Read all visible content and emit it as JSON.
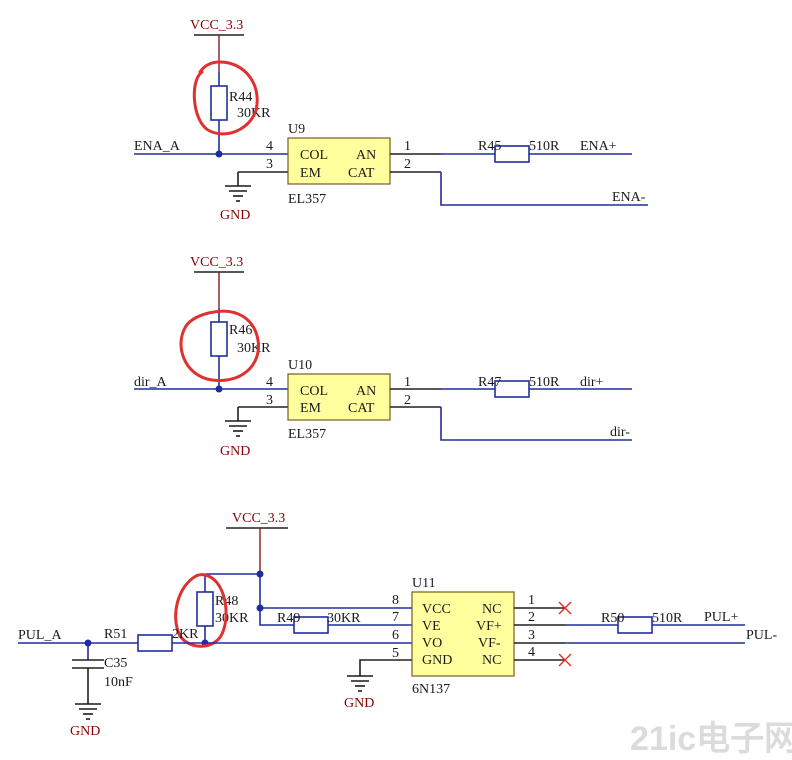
{
  "labels": {
    "vcc1": "VCC_3.3",
    "vcc2": "VCC_3.3",
    "vcc3": "VCC_3.3",
    "gnd1": "GND",
    "gnd2": "GND",
    "gnd3": "GND",
    "gnd4": "GND",
    "ena_a": "ENA_A",
    "ena_plus": "ENA+",
    "ena_minus": "ENA-",
    "dir_a": "dir_A",
    "dir_plus": "dir+",
    "dir_minus": "dir-",
    "pul_a": "PUL_A",
    "pul_plus": "PUL+",
    "pul_minus": "PUL-"
  },
  "u9": {
    "ref": "U9",
    "part": "EL357",
    "col": "COL",
    "em": "EM",
    "an": "AN",
    "cat": "CAT",
    "p1": "1",
    "p2": "2",
    "p3": "3",
    "p4": "4"
  },
  "u10": {
    "ref": "U10",
    "part": "EL357",
    "col": "COL",
    "em": "EM",
    "an": "AN",
    "cat": "CAT",
    "p1": "1",
    "p2": "2",
    "p3": "3",
    "p4": "4"
  },
  "u11": {
    "ref": "U11",
    "part": "6N137",
    "vcc": "VCC",
    "ve": "VE",
    "vo": "VO",
    "gnd": "GND",
    "nc1": "NC",
    "vfp": "VF+",
    "vfm": "VF-",
    "nc4": "NC",
    "p1": "1",
    "p2": "2",
    "p3": "3",
    "p4": "4",
    "p5": "5",
    "p6": "6",
    "p7": "7",
    "p8": "8"
  },
  "resistors": {
    "r44_ref": "R44",
    "r44_val": "30KR",
    "r45_ref": "R45",
    "r45_val": "510R",
    "r46_ref": "R46",
    "r46_val": "30KR",
    "r47_ref": "R47",
    "r47_val": "510R",
    "r48_ref": "R48",
    "r48_val": "30KR",
    "r49_ref": "R49",
    "r49_val": "30KR",
    "r50_ref": "R50",
    "r50_val": "510R",
    "r51_ref": "R51",
    "r51_val": "2KR"
  },
  "capacitor": {
    "ref": "C35",
    "val": "10nF"
  },
  "watermark": {
    "text": "21ic电子网"
  },
  "colors": {
    "wire": "#1f2e9e",
    "ic_fill": "#ffff9e",
    "mark": "#e03030",
    "power_label": "#8b0000"
  }
}
